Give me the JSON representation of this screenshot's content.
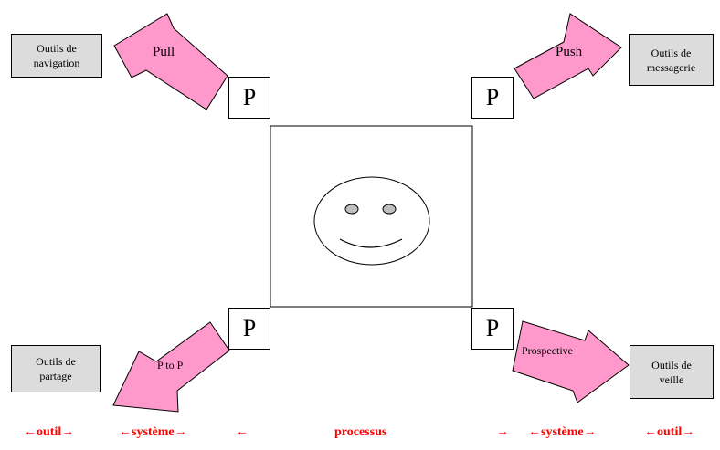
{
  "corners": [
    {
      "key": "top-left",
      "letter": "P",
      "arrow_label": "Pull",
      "tool": "Outils de\nnavigation"
    },
    {
      "key": "top-right",
      "letter": "P",
      "arrow_label": "Push",
      "tool": "Outils de\nmessagerie"
    },
    {
      "key": "bottom-left",
      "letter": "P",
      "arrow_label": "P to P",
      "tool": "Outils de\npartage"
    },
    {
      "key": "bottom-right",
      "letter": "P",
      "arrow_label": "Prospective",
      "tool": "Outils de\nveille"
    }
  ],
  "bottom_scale": {
    "left_outil": "←outil→",
    "left_systeme": "←système→",
    "left_arrow": "←",
    "processus": "processus",
    "right_arrow": "→",
    "right_systeme": "←système→",
    "right_outil": "←outil→"
  },
  "colors": {
    "arrow_fill": "#ff99cc",
    "tool_fill": "#dcdcdc",
    "face_eye": "#c0c0c0",
    "bottom_text": "#ff0000"
  }
}
